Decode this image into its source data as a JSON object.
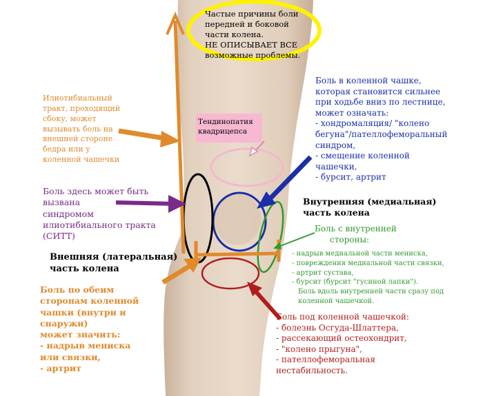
{
  "colors": {
    "orange": "#e08a2c",
    "purple": "#7a2a8a",
    "blue": "#1a2fa8",
    "green": "#2f9a2f",
    "red": "#b11d1d",
    "pink": "#f7b8d2",
    "yellow": "#fff200",
    "skin": "#dcc8b4"
  },
  "header_note": {
    "lines": [
      "Частые причины боли",
      "передней и боковой",
      "части колена.",
      "НЕ ОПИСЫВАЕТ ВСЕ",
      "возможные проблемы."
    ]
  },
  "itb": {
    "lines": [
      "Илиотибиальный",
      "тракт, проходящий",
      "сбоку, может",
      "вызывать боль на",
      "внешней стороне",
      "бедра или у",
      "коленной чашечки"
    ]
  },
  "quad": {
    "lines": [
      "Тендинопатия",
      "квадрицепса"
    ]
  },
  "patella": {
    "lines": [
      "Боль в коленной чашке,",
      "которая становится сильнее",
      "при ходьбе вниз по лестнице,",
      "может означать:",
      " - хондромаляция/ \"колено",
      "бегуна\"/пателлофеморальный",
      "синдром,",
      " - смещение коленной",
      "чашечки,",
      " - бурсит, артрит"
    ]
  },
  "itbs": {
    "lines": [
      "Боль здесь может быть",
      "вызвана",
      "синдромом",
      "илиотибиального тракта",
      "(СИТТ)"
    ]
  },
  "medial": {
    "lines": [
      "Внутренняя (медиальная)",
      "часть колена"
    ]
  },
  "medial_side": {
    "lines": [
      "Боль с внутренней",
      "стороны:"
    ]
  },
  "medial_list": {
    "lines": [
      "- надрыв медиальной части мениска,",
      "- повреждения медиальной части связки,",
      "- артрит сустава,",
      "- бурсит (бурсит \"гусиной лапки\").",
      "Боль вдоль внутренней части сразу под",
      "коленной чашечкой."
    ]
  },
  "lateral": {
    "lines": [
      "Внешняя (латеральная)",
      "часть колена"
    ]
  },
  "both": {
    "lines": [
      "Боль по обеим",
      "сторонам коленной",
      "чашки (внутри и",
      "снаружи)",
      "может значить:",
      " - надрыв мениска",
      "или связки,",
      " - артрит"
    ]
  },
  "below": {
    "lines": [
      "Боль под коленной чашечкой:",
      "- болезнь Осгуда-Шлаттера,",
      "- рассекающий остеохондрит,",
      "- \"колено прыгуна\",",
      "- пателлофеморальная",
      "нестабильность."
    ]
  }
}
